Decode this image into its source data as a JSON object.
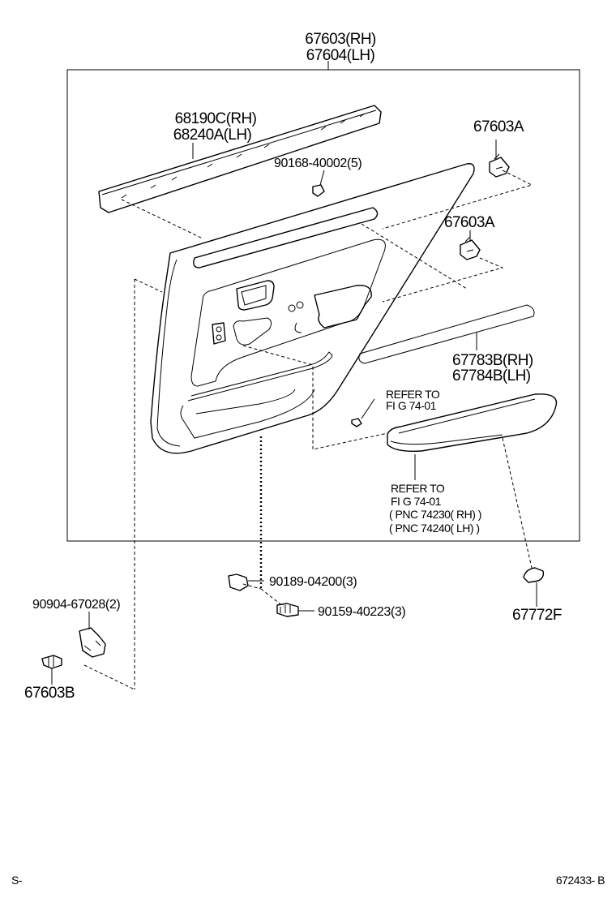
{
  "labels": {
    "trim_rh": "67603(RH)",
    "trim_lh": "67604(LH)",
    "belt_rh": "68190C(RH)",
    "belt_lh": "68240A(LH)",
    "clip_top": "67603A",
    "screw_top": "90168-40002(5)",
    "clip_mid": "67603A",
    "molding_rh": "67783B(RH)",
    "molding_lh": "67784B(LH)",
    "refer_small_1": "REFER TO",
    "refer_small_2": "FI G 74-01",
    "refer_arm_1": "REFER TO",
    "refer_arm_2": "FI G 74-01",
    "pnc_rh": "( PNC 74230( RH) )",
    "pnc_lh": "( PNC 74240( LH) )",
    "clip_bottom": "90189-04200(3)",
    "screw_bottom": "90159-40223(3)",
    "bracket": "90904-67028(2)",
    "clip_b": "67603B",
    "cover": "67772F",
    "footer_left": "S-",
    "footer_right": "672433- B"
  }
}
